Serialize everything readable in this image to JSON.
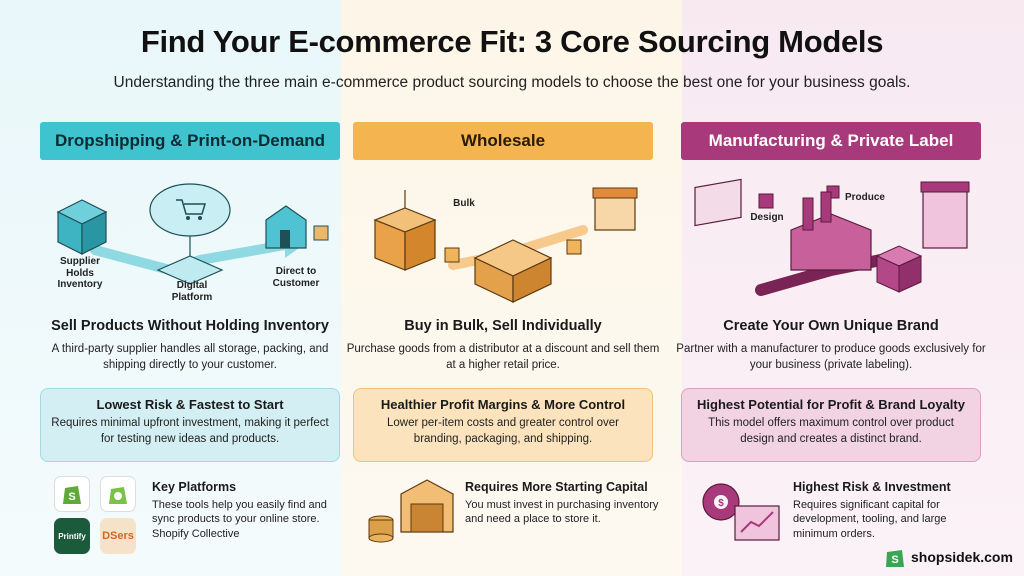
{
  "title": "Find Your E-commerce Fit: 3 Core Sourcing Models",
  "subtitle": "Understanding the three main e-commerce product sourcing models to choose the best one for your business goals.",
  "columns": [
    {
      "header": "Dropshipping & Print-on-Demand",
      "labels": [
        "Supplier Holds Inventory",
        "Digital Platform",
        "Direct to Customer"
      ],
      "heading": "Sell Products Without Holding Inventory",
      "description": "A third-party supplier handles all storage, packing, and shipping directly to your customer.",
      "box_title": "Lowest Risk & Fastest to Start",
      "box_text": "Requires minimal upfront investment, making it perfect for testing new ideas and products.",
      "foot_title": "Key Platforms",
      "foot_text": "These tools help you easily find and sync products to your online store. Shopify Collective",
      "logos": [
        "Printify",
        "DSers"
      ]
    },
    {
      "header": "Wholesale",
      "labels": [
        "Bulk"
      ],
      "heading": "Buy in Bulk, Sell Individually",
      "description": "Purchase goods from a distributor at a discount and sell them at a higher retail price.",
      "box_title": "Healthier Profit Margins & More Control",
      "box_text": "Lower per-item costs and greater control over branding, packaging, and shipping.",
      "foot_title": "Requires More Starting Capital",
      "foot_text": "You must invest in purchasing inventory and need a place to store it."
    },
    {
      "header": "Manufacturing & Private Label",
      "labels": [
        "Design",
        "Produce"
      ],
      "heading": "Create Your Own Unique Brand",
      "description": "Partner with a manufacturer to produce goods exclusively for your business (private labeling).",
      "box_title": "Highest Potential for Profit & Brand Loyalty",
      "box_text": "This model offers maximum control over product design and creates a distinct brand.",
      "foot_title": "Highest Risk & Investment",
      "foot_text": "Requires significant capital for development, tooling, and large minimum orders."
    }
  ],
  "brand": "shopsidek.com",
  "colors": {
    "teal": "#3ec3cf",
    "orange": "#f4b450",
    "magenta": "#a8397a"
  }
}
